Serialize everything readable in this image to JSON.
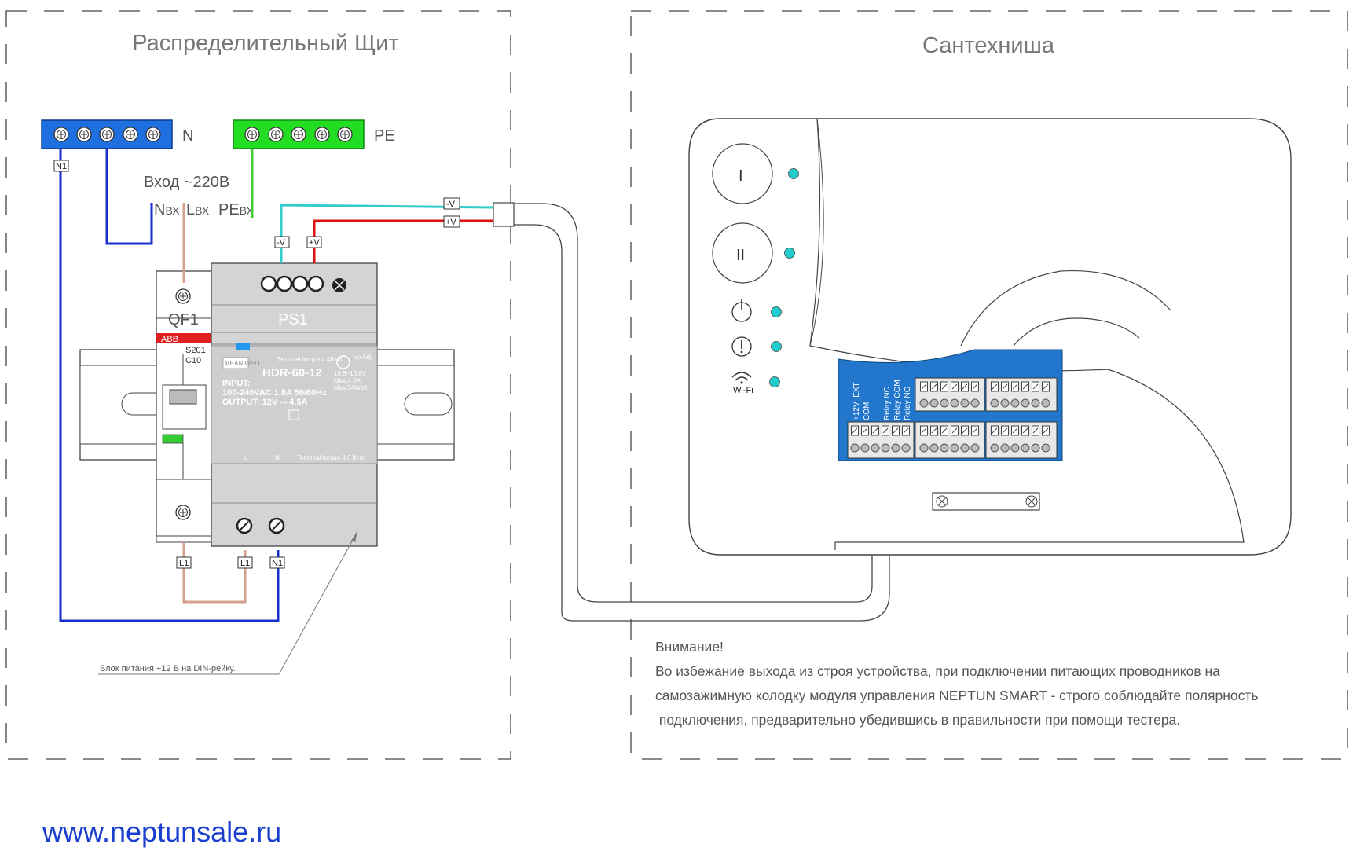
{
  "panel_left": {
    "title": "Распределительный Щит"
  },
  "panel_right": {
    "title": "Сантехниша"
  },
  "busbars": {
    "n_label": "N",
    "pe_label": "PE"
  },
  "input": {
    "title": "Вход ~220В",
    "n_label": "N",
    "n_sub": "ВХ",
    "l_label": "L",
    "l_sub": "ВХ",
    "pe_label": "PE",
    "pe_sub": "ВХ"
  },
  "tags": {
    "n1": "N1",
    "l1": "L1",
    "minus_v": "-V",
    "plus_v": "+V"
  },
  "breaker": {
    "name": "QF1",
    "brand": "ABB",
    "model": "S201",
    "rating": "C10"
  },
  "psu": {
    "name": "PS1",
    "model": "HDR-60-12",
    "brand_small": "MEAN WELL",
    "torque_top": "Terminal torque 4.4lb-in",
    "input_label": "INPUT:",
    "input_value": "100-240VAC 1.8A 50/60Hz",
    "output_value": "OUTPUT: 12V ⎓ 4.5A",
    "spec1": "10.8~13.8V",
    "spec2": "Max.4.5A",
    "spec3": "Max.54Watt",
    "vo_adj": "Vo Adj.",
    "l_term": "L",
    "n_term": "N",
    "torque_bottom": "Terminal torque 3.0 lb-in"
  },
  "module": {
    "btn1": "I",
    "btn2": "II",
    "wifi": "Wi-Fi",
    "pins": [
      "+12V_EXT",
      "COM",
      "Relay NC",
      "Relay COM",
      "Relay NO"
    ]
  },
  "psu_note": "Блок питания  +12 В на DIN-рейку.",
  "warning": {
    "title": "Внимание!",
    "lines": [
      "Во избежание выхода из строя устройства, при подключении питающих проводников на",
      "самозажимную колодку модуля управления NEPTUN SMART - строго соблюдайте полярность",
      " подключения, предварительно убедившись в правильности при помощи тестера."
    ]
  },
  "website": "www.neptunsale.ru",
  "colors": {
    "wire_n": "#1a2fd0",
    "wire_l": "#d4a08c",
    "wire_pe": "#44cc33",
    "wire_plus": "#dd1111",
    "wire_minus": "#33cccc",
    "bus_n": "#1e6fe0",
    "bus_pe": "#22dd22",
    "module_blue": "#2277cc",
    "led": "#22cccc",
    "psu_gray": "#d4d4d4",
    "brand_red": "#e02020"
  }
}
